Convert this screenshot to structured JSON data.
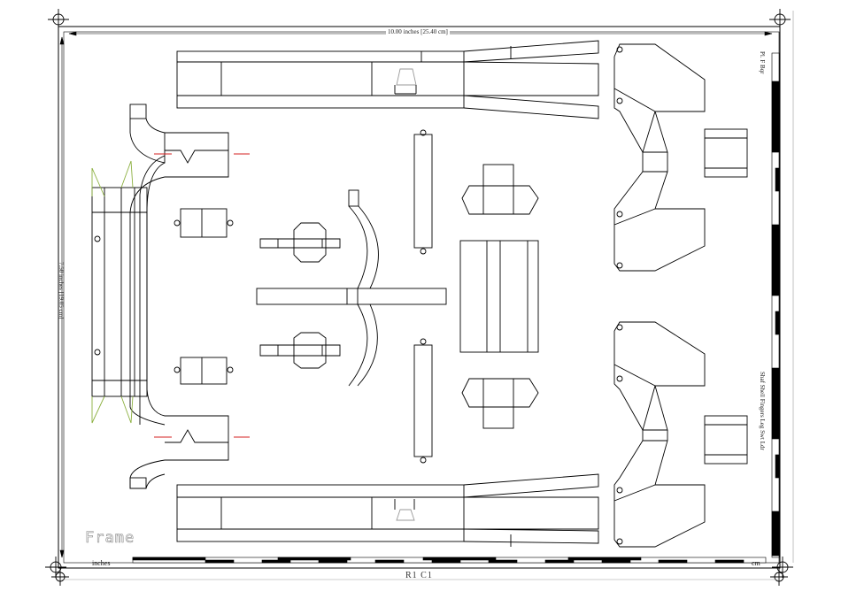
{
  "sheet": {
    "width_dim": "10.00 inches [25.40 cm]",
    "height_dim": "7.50 inches [19.05 cm]",
    "part_title": "Frame",
    "tile_id": "R1 C1",
    "scale_left_label": "inches",
    "scale_right_label": "cm",
    "side_label_top": "Pl. F Bqr",
    "side_label_bottom": "Shaf Shell Fingers Leg Swt Ldr",
    "colors": {
      "outline": "#000000",
      "fold_mark": "#d42020",
      "tab_green": "#8cb040",
      "ghost": "#999999"
    }
  }
}
